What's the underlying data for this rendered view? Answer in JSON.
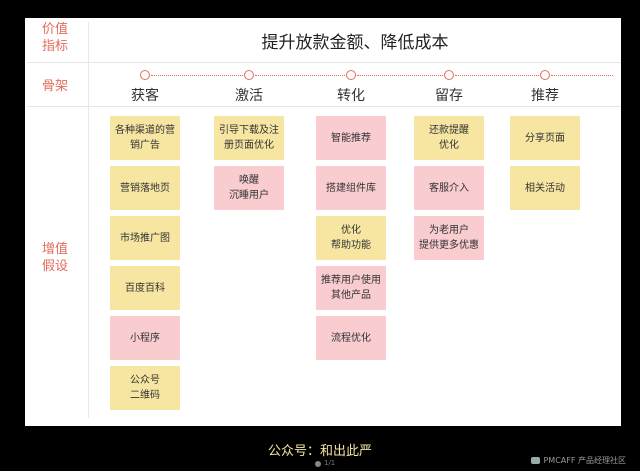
{
  "left_labels": {
    "metric": "价值\n指标",
    "skeleton": "骨架",
    "hypothesis": "增值\n假设"
  },
  "metric_title": "提升放款金额、降低成本",
  "stages": [
    "获客",
    "激活",
    "转化",
    "留存",
    "推荐"
  ],
  "columns": [
    {
      "stage": "获客",
      "notes": [
        {
          "text": "各种渠道的营销广告",
          "color": "yellow"
        },
        {
          "text": "营销落地页",
          "color": "yellow"
        },
        {
          "text": "市场推广图",
          "color": "yellow"
        },
        {
          "text": "百度百科",
          "color": "yellow"
        },
        {
          "text": "小程序",
          "color": "pink"
        },
        {
          "text": "公众号\n二维码",
          "color": "yellow"
        }
      ]
    },
    {
      "stage": "激活",
      "notes": [
        {
          "text": "引导下载及注册页面优化",
          "color": "yellow"
        },
        {
          "text": "唤醒\n沉睡用户",
          "color": "pink"
        }
      ]
    },
    {
      "stage": "转化",
      "notes": [
        {
          "text": "智能推荐",
          "color": "pink"
        },
        {
          "text": "搭建组件库",
          "color": "pink"
        },
        {
          "text": "优化\n帮助功能",
          "color": "yellow"
        },
        {
          "text": "推荐用户使用其他产品",
          "color": "pink"
        },
        {
          "text": "流程优化",
          "color": "pink"
        }
      ]
    },
    {
      "stage": "留存",
      "notes": [
        {
          "text": "还款提醒\n优化",
          "color": "yellow"
        },
        {
          "text": "客服介入",
          "color": "pink"
        },
        {
          "text": "为老用户\n提供更多优惠",
          "color": "pink"
        }
      ]
    },
    {
      "stage": "推荐",
      "notes": [
        {
          "text": "分享页面",
          "color": "yellow"
        },
        {
          "text": "相关活动",
          "color": "yellow"
        }
      ]
    }
  ],
  "footer": {
    "caption": "公众号：和出此严",
    "page_number": "1/1",
    "brand": "PMCAFF 产品经理社区"
  }
}
